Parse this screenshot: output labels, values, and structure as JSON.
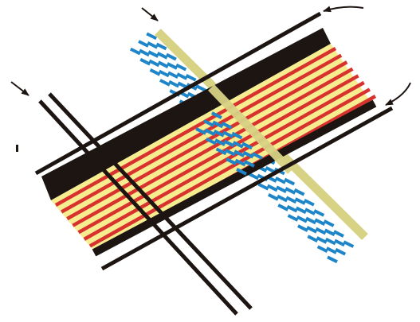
{
  "diagram": {
    "kind": "layered-strip-illustration",
    "text_labels": [],
    "colors": {
      "background": "#ffffff",
      "dark_band": "#1c1512",
      "red_stripe": "#d8322f",
      "yellow_stripe": "#f6ec90",
      "khaki_strip": "#d8d285",
      "blue_dash": "#1e86c8",
      "outline": "#1c1512"
    },
    "arrows": [
      {
        "name": "arrow-top-left",
        "icon": "arrow-down-right-icon"
      },
      {
        "name": "arrow-top-right",
        "icon": "curved-arrow-left-icon"
      },
      {
        "name": "arrow-left",
        "icon": "arrow-down-right-icon"
      },
      {
        "name": "arrow-right",
        "icon": "curved-arrow-down-left-icon"
      }
    ]
  }
}
